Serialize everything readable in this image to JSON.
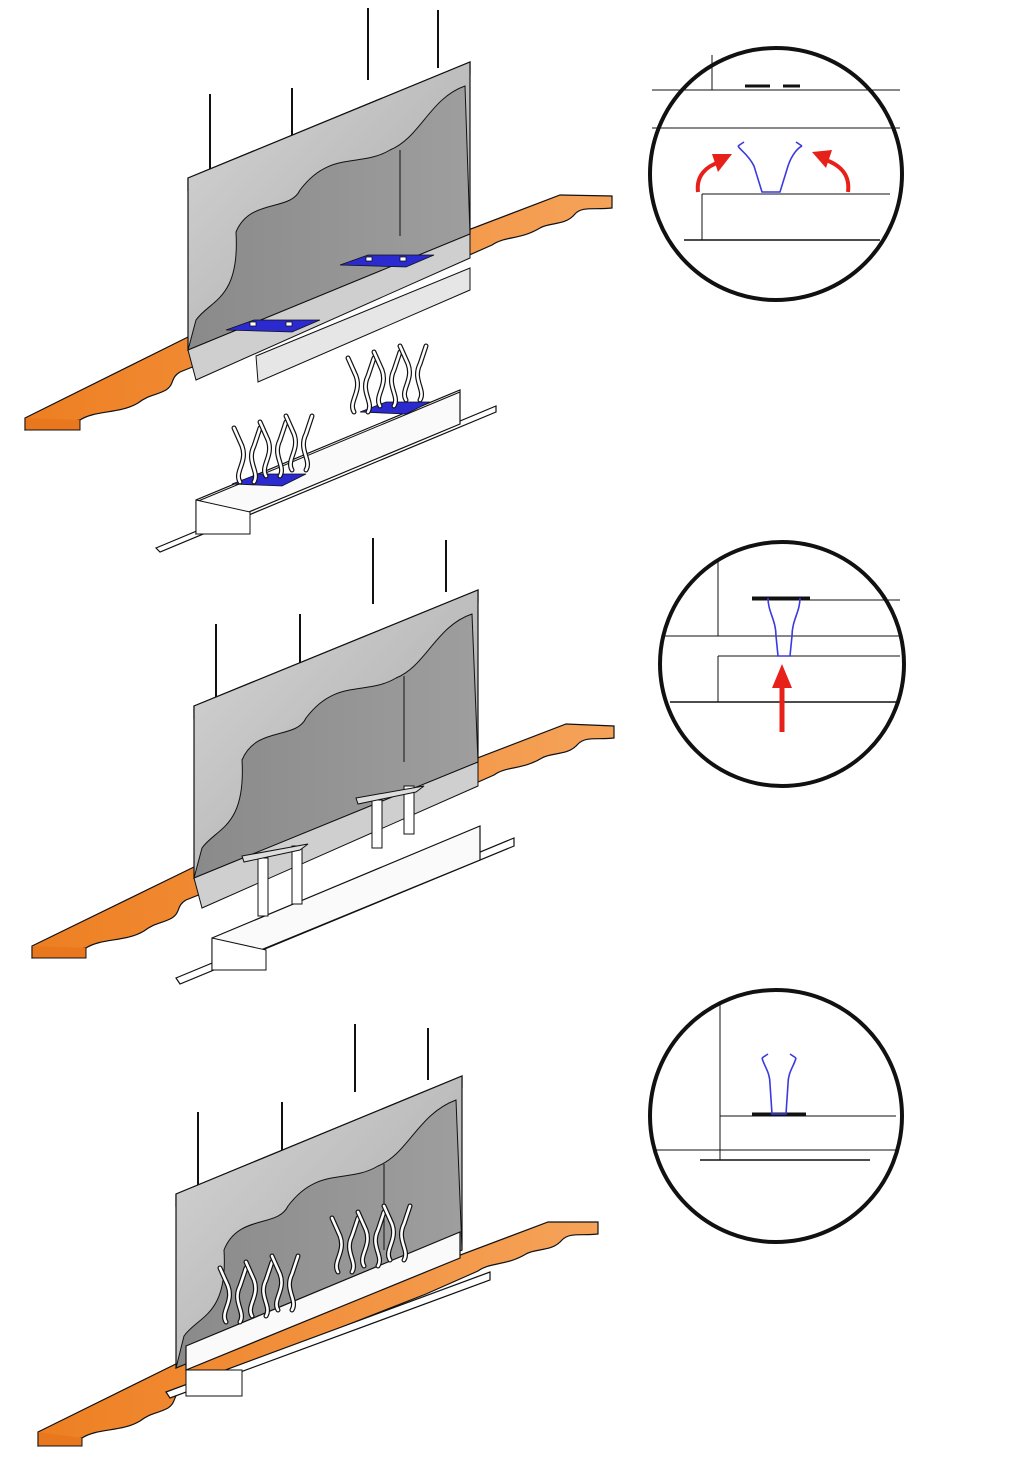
{
  "figure": {
    "description_text": "",
    "steps": [
      {
        "name": "step-1",
        "detail": "clips-separated-springs-open"
      },
      {
        "name": "step-2",
        "detail": "module-pushed-up-springs-closed"
      },
      {
        "name": "step-3",
        "detail": "module-installed-springs-engaged"
      }
    ]
  },
  "colors": {
    "duct_face": "#b9b9b9",
    "duct_front": "#a8a8a8",
    "duct_inner": "#8e8e8e",
    "duct_end": "#9a9a9a",
    "beam": "#f08a2e",
    "beam_edge": "#c9651c",
    "clip_blue": "#2a2ad0",
    "spring_blue": "#3a3adf",
    "arrow_red": "#e8201a",
    "line": "#111111",
    "white": "#ffffff"
  }
}
